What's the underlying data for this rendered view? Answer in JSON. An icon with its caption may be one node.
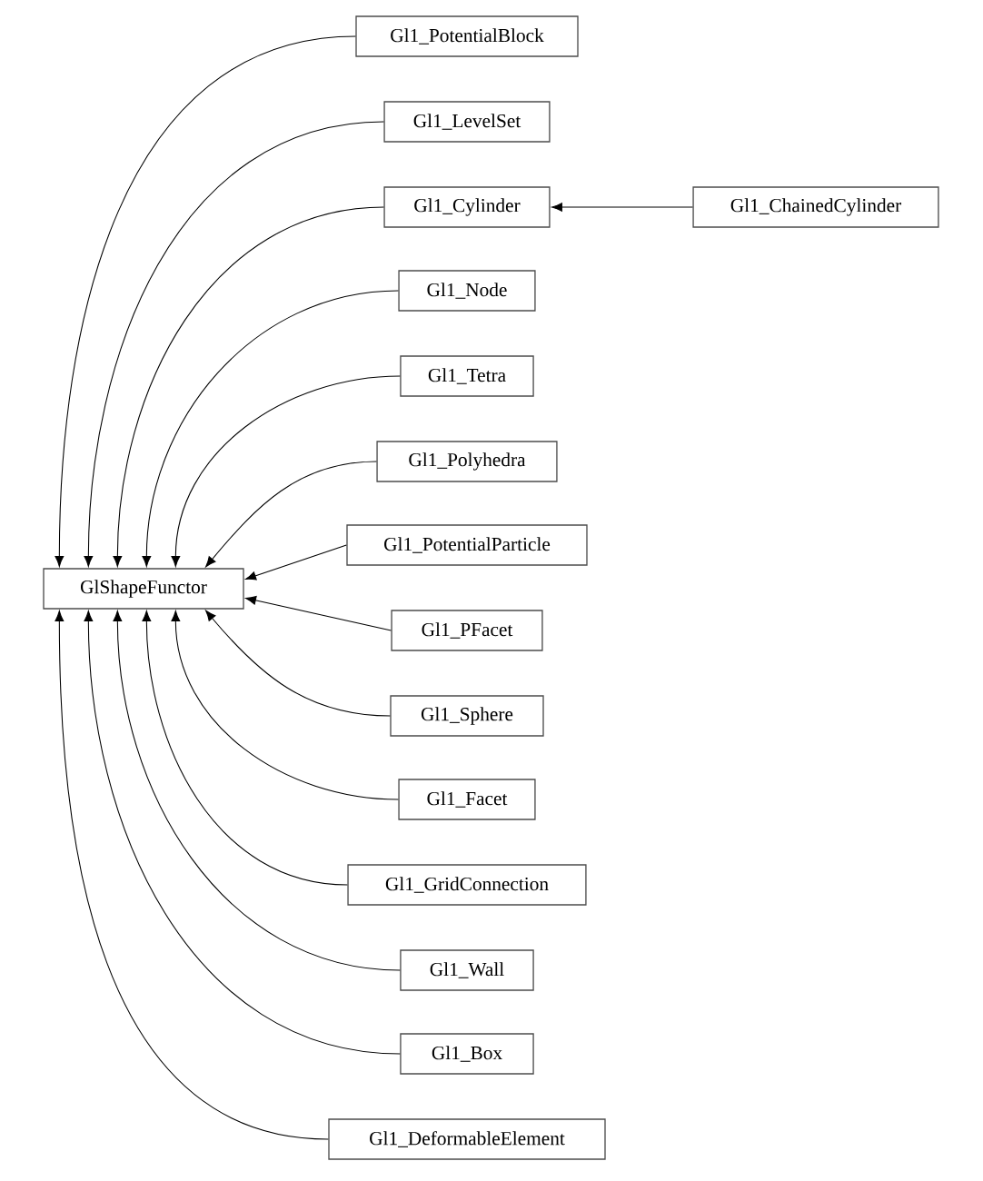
{
  "diagram": {
    "nodes": [
      {
        "text": [
          "Gl1_PotentialBlock"
        ]
      },
      {
        "text": [
          "Gl1_LevelSet"
        ]
      },
      {
        "text": [
          "Gl1_Cylinder"
        ]
      },
      {
        "text": [
          "Gl1_ChainedCylinder"
        ]
      },
      {
        "text": [
          "Gl1_Node"
        ]
      },
      {
        "text": [
          "Gl1_Tetra"
        ]
      },
      {
        "text": [
          "Gl1_Polyhedra"
        ]
      },
      {
        "text": [
          "Gl1_PotentialParticle"
        ]
      },
      {
        "text": [
          "GlShapeFunctor"
        ]
      },
      {
        "text": [
          "Gl1_PFacet"
        ]
      },
      {
        "text": [
          "Gl1_Sphere"
        ]
      },
      {
        "text": [
          "Gl1_Facet"
        ]
      },
      {
        "text": [
          "Gl1_GridConnection"
        ]
      },
      {
        "text": [
          "Gl1_Wall"
        ]
      },
      {
        "text": [
          "Gl1_Box"
        ]
      },
      {
        "text": [
          "Gl1_DeformableElement"
        ]
      }
    ],
    "edges": [
      {
        "from": 0,
        "to": 8,
        "arrow": "to"
      },
      {
        "from": 1,
        "to": 8,
        "arrow": "to"
      },
      {
        "from": 2,
        "to": 8,
        "arrow": "to"
      },
      {
        "from": 3,
        "to": 2,
        "arrow": "to"
      },
      {
        "from": 4,
        "to": 8,
        "arrow": "to"
      },
      {
        "from": 5,
        "to": 8,
        "arrow": "to"
      },
      {
        "from": 6,
        "to": 8,
        "arrow": "to"
      },
      {
        "from": 7,
        "to": 8,
        "arrow": "to"
      },
      {
        "from": 9,
        "to": 8,
        "arrow": "to"
      },
      {
        "from": 10,
        "to": 8,
        "arrow": "to"
      },
      {
        "from": 11,
        "to": 8,
        "arrow": "to"
      },
      {
        "from": 12,
        "to": 8,
        "arrow": "to"
      },
      {
        "from": 13,
        "to": 8,
        "arrow": "to"
      },
      {
        "from": 14,
        "to": 8,
        "arrow": "to"
      },
      {
        "from": 15,
        "to": 8,
        "arrow": "to"
      }
    ]
  }
}
